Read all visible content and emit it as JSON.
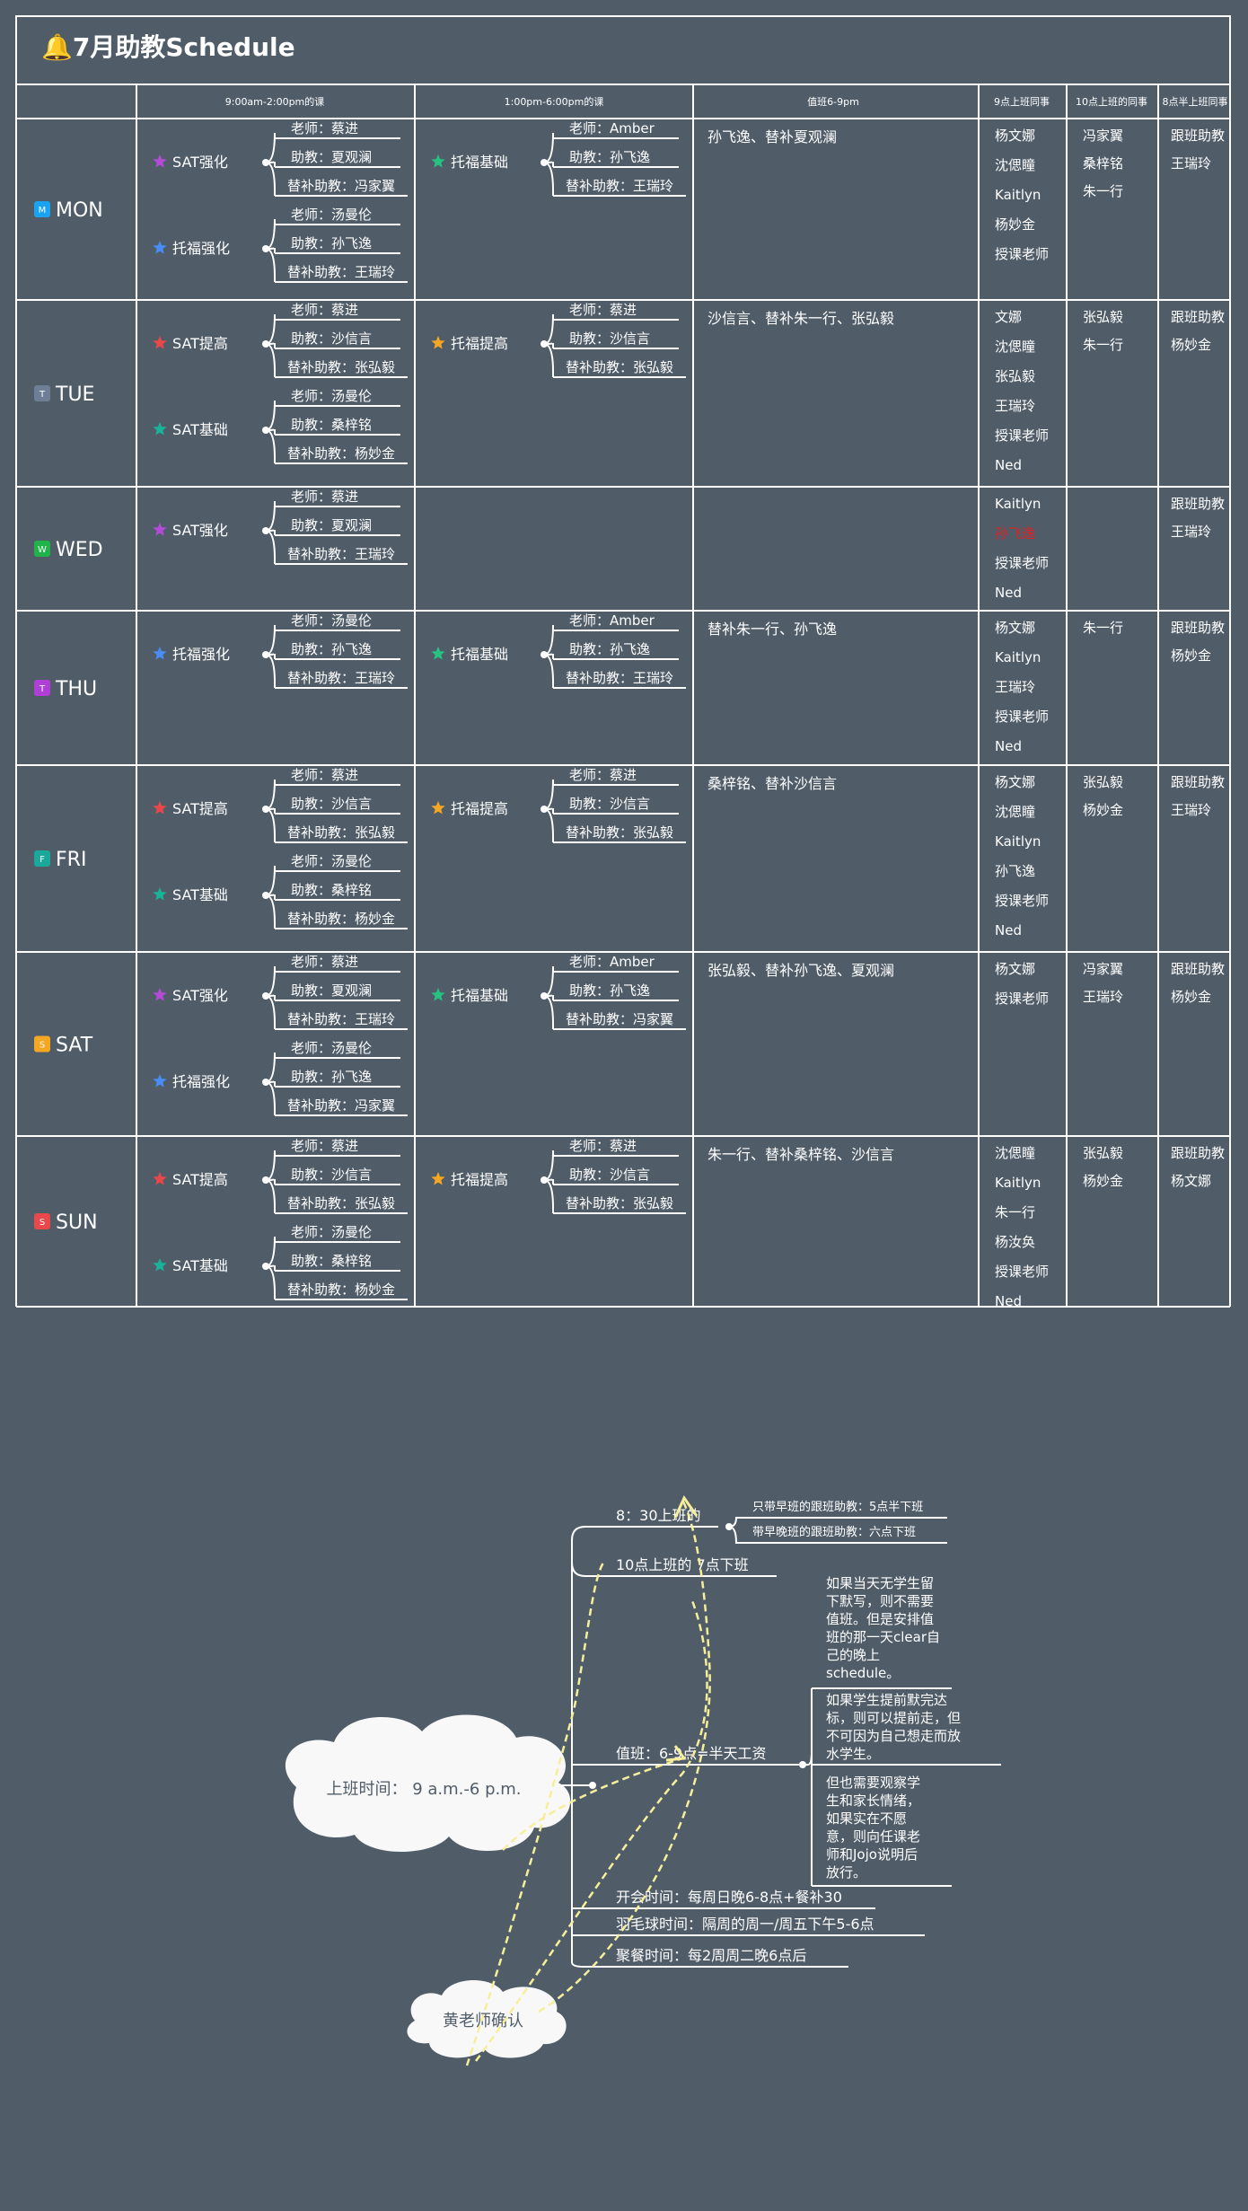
{
  "title": "🔔7月助教Schedule",
  "title_icon": "bell-icon",
  "headers": [
    "9:00am-2:00pm的课",
    "1:00pm-6:00pm的课",
    "值班6-9pm",
    "9点上班同事",
    "10点上班的同事",
    "8点半上班同事"
  ],
  "days": [
    {
      "key": "MON",
      "badge": "M",
      "color": "#1aa3f0",
      "name": "MON",
      "am": [
        {
          "course": "SAT强化",
          "star": "#b44bd6",
          "teacher": "老师：蔡进",
          "ta": "助教：夏观澜",
          "sub": "替补助教：冯家翼"
        },
        {
          "course": "托福强化",
          "star": "#4a8cf5",
          "teacher": "老师：汤曼伦",
          "ta": "助教：孙飞逸",
          "sub": "替补助教：王瑞玲"
        }
      ],
      "pm": [
        {
          "course": "托福基础",
          "star": "#26c281",
          "teacher": "老师：Amber",
          "ta": "助教：孙飞逸",
          "sub": "替补助教：王瑞玲"
        }
      ],
      "duty": "孙飞逸、替补夏观澜",
      "nine": [
        "杨文娜",
        "沈偲瞳",
        "Kaitlyn",
        "杨妙金",
        "授课老师"
      ],
      "ten": [
        "冯家翼",
        "桑梓铭",
        "朱一行"
      ],
      "eighthalf": [
        "跟班助教",
        "王瑞玲"
      ]
    },
    {
      "key": "TUE",
      "badge": "T",
      "color": "#6e7f95",
      "name": "TUE",
      "am": [
        {
          "course": "SAT提高",
          "star": "#e8484a",
          "teacher": "老师：蔡进",
          "ta": "助教：沙信言",
          "sub": "替补助教：张弘毅"
        },
        {
          "course": "SAT基础",
          "star": "#1ab39a",
          "teacher": "老师：汤曼伦",
          "ta": "助教：桑梓铭",
          "sub": "替补助教：杨妙金"
        }
      ],
      "pm": [
        {
          "course": "托福提高",
          "star": "#f5a623",
          "teacher": "老师：蔡进",
          "ta": "助教：沙信言",
          "sub": "替补助教：张弘毅"
        }
      ],
      "duty": "沙信言、替补朱一行、张弘毅",
      "nine": [
        "文娜",
        "沈偲瞳",
        "张弘毅",
        "王瑞玲",
        "授课老师",
        "Ned"
      ],
      "ten": [
        "张弘毅",
        "朱一行"
      ],
      "eighthalf": [
        "跟班助教",
        "杨妙金"
      ]
    },
    {
      "key": "WED",
      "badge": "W",
      "color": "#1fb34a",
      "name": "WED",
      "am": [
        {
          "course": "SAT强化",
          "star": "#b44bd6",
          "teacher": "老师：蔡进",
          "ta": "助教：夏观澜",
          "sub": "替补助教：王瑞玲"
        }
      ],
      "pm": [],
      "duty": "",
      "nine": [
        "Kaitlyn",
        "孙飞逸",
        "授课老师",
        "Ned"
      ],
      "nine_red": 1,
      "ten": [],
      "eighthalf": [
        "跟班助教",
        "王瑞玲"
      ]
    },
    {
      "key": "THU",
      "badge": "T",
      "color": "#b03fd6",
      "name": "THU",
      "am": [
        {
          "course": "托福强化",
          "star": "#4a8cf5",
          "teacher": "老师：汤曼伦",
          "ta": "助教：孙飞逸",
          "sub": "替补助教：王瑞玲"
        }
      ],
      "pm": [
        {
          "course": "托福基础",
          "star": "#26c281",
          "teacher": "老师：Amber",
          "ta": "助教：孙飞逸",
          "sub": "替补助教：王瑞玲"
        }
      ],
      "duty": "替补朱一行、孙飞逸",
      "nine": [
        "杨文娜",
        "Kaitlyn",
        "王瑞玲",
        "授课老师",
        "Ned"
      ],
      "ten": [
        "朱一行"
      ],
      "eighthalf": [
        "跟班助教",
        "杨妙金"
      ]
    },
    {
      "key": "FRI",
      "badge": "F",
      "color": "#1aa89a",
      "name": "FRI",
      "am": [
        {
          "course": "SAT提高",
          "star": "#e8484a",
          "teacher": "老师：蔡进",
          "ta": "助教：沙信言",
          "sub": "替补助教：张弘毅"
        },
        {
          "course": "SAT基础",
          "star": "#1ab39a",
          "teacher": "老师：汤曼伦",
          "ta": "助教：桑梓铭",
          "sub": "替补助教：杨妙金"
        }
      ],
      "pm": [
        {
          "course": "托福提高",
          "star": "#f5a623",
          "teacher": "老师：蔡进",
          "ta": "助教：沙信言",
          "sub": "替补助教：张弘毅"
        }
      ],
      "duty": "桑梓铭、替补沙信言",
      "nine": [
        "杨文娜",
        "沈偲瞳",
        "Kaitlyn",
        "孙飞逸",
        "授课老师",
        "Ned"
      ],
      "ten": [
        "张弘毅",
        "杨妙金"
      ],
      "eighthalf": [
        "跟班助教",
        "王瑞玲"
      ]
    },
    {
      "key": "SAT",
      "badge": "S",
      "color": "#f5a623",
      "name": "SAT",
      "am": [
        {
          "course": "SAT强化",
          "star": "#b44bd6",
          "teacher": "老师：蔡进",
          "ta": "助教：夏观澜",
          "sub": "替补助教：王瑞玲"
        },
        {
          "course": "托福强化",
          "star": "#4a8cf5",
          "teacher": "老师：汤曼伦",
          "ta": "助教：孙飞逸",
          "sub": "替补助教：冯家翼"
        }
      ],
      "pm": [
        {
          "course": "托福基础",
          "star": "#26c281",
          "teacher": "老师：Amber",
          "ta": "助教：孙飞逸",
          "sub": "替补助教：冯家翼"
        }
      ],
      "duty": "张弘毅、替补孙飞逸、夏观澜",
      "nine": [
        "杨文娜",
        "授课老师"
      ],
      "ten": [
        "冯家翼",
        "王瑞玲"
      ],
      "eighthalf": [
        "跟班助教",
        "杨妙金"
      ]
    },
    {
      "key": "SUN",
      "badge": "S",
      "color": "#e8484a",
      "name": "SUN",
      "am": [
        {
          "course": "SAT提高",
          "star": "#e8484a",
          "teacher": "老师：蔡进",
          "ta": "助教：沙信言",
          "sub": "替补助教：张弘毅"
        },
        {
          "course": "SAT基础",
          "star": "#1ab39a",
          "teacher": "老师：汤曼伦",
          "ta": "助教：桑梓铭",
          "sub": "替补助教：杨妙金"
        }
      ],
      "pm": [
        {
          "course": "托福提高",
          "star": "#f5a623",
          "teacher": "老师：蔡进",
          "ta": "助教：沙信言",
          "sub": "替补助教：张弘毅"
        }
      ],
      "duty": "朱一行、替补桑梓铭、沙信言",
      "nine": [
        "沈偲瞳",
        "Kaitlyn",
        "朱一行",
        "杨汝奂",
        "授课老师",
        "Ned"
      ],
      "ten": [
        "张弘毅",
        "杨妙金"
      ],
      "eighthalf": [
        "跟班助教",
        "杨文娜"
      ]
    }
  ],
  "mindmap": {
    "center": "上班时间： 9 a.m.-6 p.m.",
    "confirm": "黄老师确认",
    "branch_830": "8：30上班的",
    "sub_830": [
      "只带早班的跟班助教：5点半下班",
      "带早晚班的跟班助教：六点下班"
    ],
    "branch_10": "10点上班的  7点下班",
    "branch_duty": "值班：6-9点=半天工资",
    "duty_notes": [
      [
        "如果当天无学生留",
        "下默写，则不需要",
        "值班。但是安排值",
        "班的那一天clear自",
        "己的晚上",
        "schedule。"
      ],
      [
        "如果学生提前默完达",
        "标，则可以提前走，但",
        "不可因为自己想走而放",
        "水学生。"
      ],
      [
        "但也需要观察学",
        "生和家长情绪，",
        "如果实在不愿",
        "意，则向任课老",
        "师和Jojo说明后",
        "放行。"
      ]
    ],
    "meeting": "开会时间：每周日晚6-8点+餐补30",
    "badminton": "羽毛球时间：隔周的周一/周五下午5-6点",
    "dinner": "聚餐时间：每2周周二晚6点后"
  },
  "colors": {
    "background": "#505d69",
    "line": "#ffffff",
    "highlight": "#f6ef9a",
    "red": "#e02020"
  }
}
